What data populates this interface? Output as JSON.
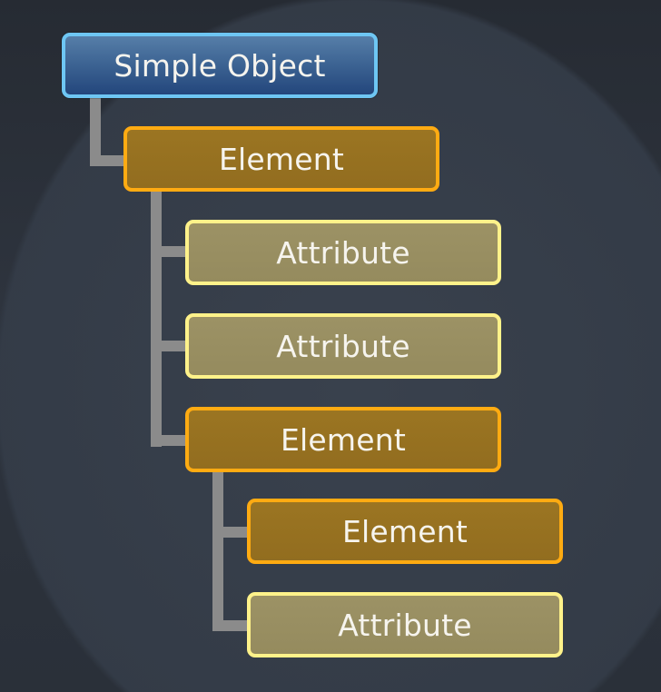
{
  "diagram": {
    "root": {
      "label": "Simple Object"
    },
    "nodes": [
      {
        "label": "Element",
        "kind": "element"
      },
      {
        "label": "Attribute",
        "kind": "attribute"
      },
      {
        "label": "Attribute",
        "kind": "attribute"
      },
      {
        "label": "Element",
        "kind": "element"
      },
      {
        "label": "Element",
        "kind": "element"
      },
      {
        "label": "Attribute",
        "kind": "attribute"
      }
    ]
  }
}
